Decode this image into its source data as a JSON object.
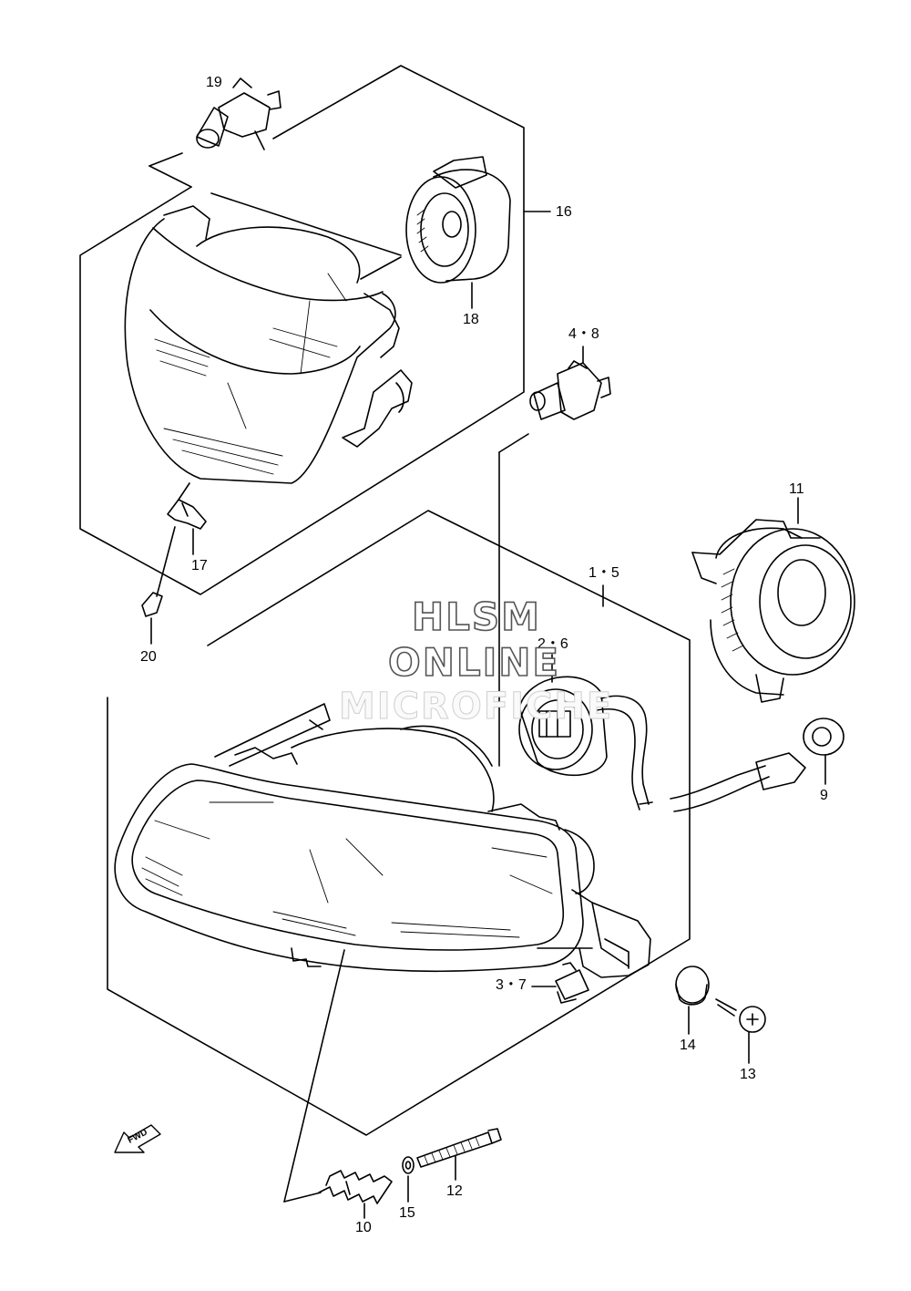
{
  "callouts": {
    "c19": "19",
    "c16": "16",
    "c18": "18",
    "c48": "4・8",
    "c11": "11",
    "c17": "17",
    "c15_top": "1・5",
    "c20": "20",
    "c26": "2・6",
    "c9": "9",
    "c37": "3・7",
    "c14": "14",
    "c13": "13",
    "c12": "12",
    "c10": "10",
    "c15": "15"
  },
  "watermark": {
    "line1": "HLSM",
    "line2": "ONLINE",
    "line3": "MICROFICHE"
  },
  "fwd_label": "FWD",
  "colors": {
    "line": "#000000",
    "watermark_stroke": "#555555"
  }
}
